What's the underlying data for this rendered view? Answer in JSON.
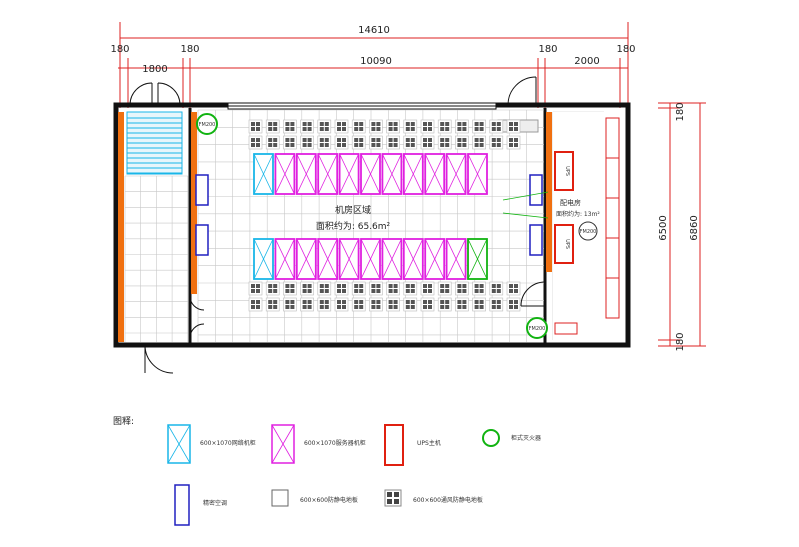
{
  "dimensions": {
    "total_width": "14610",
    "left_wall": "180",
    "left_section": "1800",
    "center_wall_left": "180",
    "center": "10090",
    "center_wall_right": "180",
    "right_section": "2000",
    "right_wall": "180",
    "right_top": "180",
    "right_inner": "6500",
    "right_outer": "6860",
    "right_bottom": "180"
  },
  "room": {
    "area_title": "机房区域",
    "area_text": "面积约为: 65.6m²",
    "power_room_title": "配电房",
    "power_room_area": "面积约为: 13m²"
  },
  "fire_units": {
    "label": "FM200"
  },
  "ups": {
    "label": "UPS"
  },
  "legend": {
    "title": "图释:",
    "items": [
      {
        "key": "network",
        "text": "600×1070网络机柜",
        "color": "#19b6e8"
      },
      {
        "key": "server",
        "text": "600×1070服务器机柜",
        "color": "#e020e0"
      },
      {
        "key": "ups",
        "text": "UPS主机",
        "color": "#e02010"
      },
      {
        "key": "extinguisher",
        "text": "柜式灭火器",
        "color": "#11b311"
      },
      {
        "key": "ac",
        "text": "精密空调",
        "color": "#2020c0"
      },
      {
        "key": "floor",
        "text": "600×600防静电地板",
        "color": "#666666"
      },
      {
        "key": "vent-floor",
        "text": "600×600通风防静电地板",
        "color": "#444444"
      }
    ]
  }
}
